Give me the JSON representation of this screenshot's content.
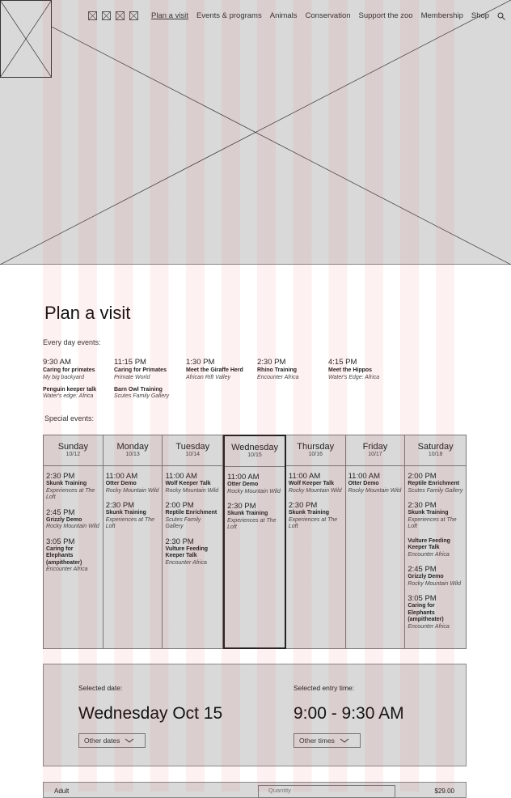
{
  "nav": {
    "icons": [
      "image-placeholder",
      "image-placeholder",
      "image-placeholder",
      "image-placeholder"
    ],
    "items": [
      "Plan a visit",
      "Events & programs",
      "Animals",
      "Conservation",
      "Support the zoo",
      "Membership",
      "Shop"
    ],
    "active": "Plan a visit"
  },
  "page_title": "Plan a visit",
  "every_day": {
    "label": "Every day events:",
    "events": [
      {
        "time": "9:30 AM",
        "name": "Caring for primates",
        "place": "My big backyard"
      },
      {
        "time": "11:15 PM",
        "name": "Caring for Primates",
        "place": "Primate World"
      },
      {
        "time": "1:30 PM",
        "name": "Meet the Giraffe Herd",
        "place": "African Rift Valley"
      },
      {
        "time": "2:30 PM",
        "name": "Rhino Training",
        "place": "Encounter Africa"
      },
      {
        "time": "4:15 PM",
        "name": "Meet the Hippos",
        "place": "Water's Edge: Africa"
      }
    ],
    "extra": [
      {
        "name": "Penguin keeper talk",
        "place": "Water's edge: Africa"
      },
      {
        "name": "Barn Owl Training",
        "place": "Scutes Family Gallery"
      }
    ]
  },
  "special": {
    "label": "Special events:",
    "days": [
      {
        "day": "Sunday",
        "date": "10/12",
        "events": [
          {
            "time": "2:30 PM",
            "name": "Skunk Training",
            "place": "Experiences at The Loft"
          },
          {
            "time": "2:45 PM",
            "name": "Grizzly Demo",
            "place": "Rocky Mountain Wild"
          },
          {
            "time": "3:05 PM",
            "name": "Caring for Elephants (ampitheater)",
            "place": "Encounter Africa"
          }
        ]
      },
      {
        "day": "Monday",
        "date": "10/13",
        "events": [
          {
            "time": "11:00 AM",
            "name": "Otter Demo",
            "place": "Rocky Mountain Wild"
          },
          {
            "time": "2:30 PM",
            "name": "Skunk Training",
            "place": "Experiences at The Loft"
          }
        ]
      },
      {
        "day": "Tuesday",
        "date": "10/14",
        "events": [
          {
            "time": "11:00 AM",
            "name": "Wolf Keeper Talk",
            "place": "Rocky Mountain Wild"
          },
          {
            "time": "2:00 PM",
            "name": "Reptile Enrichment",
            "place": "Scutes Family Gallery"
          },
          {
            "time": "2:30 PM",
            "name": "Vulture Feeding Keeper Talk",
            "place": "Encounter Africa"
          }
        ]
      },
      {
        "day": "Wednesday",
        "date": "10/15",
        "selected": true,
        "events": [
          {
            "time": "11:00 AM",
            "name": "Otter Demo",
            "place": "Rocky Mountain Wild"
          },
          {
            "time": "2:30 PM",
            "name": "Skunk Training",
            "place": "Experiences at The Loft"
          }
        ]
      },
      {
        "day": "Thursday",
        "date": "10/16",
        "events": [
          {
            "time": "11:00 AM",
            "name": "Wolf Keeper Talk",
            "place": "Rocky Mountain Wild"
          },
          {
            "time": "2:30 PM",
            "name": "Skunk Training",
            "place": "Experiences at The Loft"
          }
        ]
      },
      {
        "day": "Friday",
        "date": "10/17",
        "events": [
          {
            "time": "11:00 AM",
            "name": "Otter Demo",
            "place": "Rocky Mountain Wild"
          }
        ]
      },
      {
        "day": "Saturday",
        "date": "10/18",
        "events": [
          {
            "time": "2:00 PM",
            "name": "Reptile Enrichment",
            "place": "Scutes Family Gallery"
          },
          {
            "time": "2:30 PM",
            "name": "Skunk Training",
            "place": "Experiences at The Loft"
          },
          {
            "time": "",
            "name": "Vulture Feeding Keeper Talk",
            "place": "Encounter Africa"
          },
          {
            "time": "2:45 PM",
            "name": "Grizzly Demo",
            "place": "Rocky Mountain Wild"
          },
          {
            "time": "3:05 PM",
            "name": "Caring for Elephants (ampitheater)",
            "place": "Encounter Africa"
          }
        ]
      }
    ]
  },
  "selection": {
    "date_label": "Selected date:",
    "date": "Wednesday Oct 15",
    "date_button": "Other dates",
    "time_label": "Selected entry time:",
    "time": "9:00 - 9:30 AM",
    "time_button": "Other times"
  },
  "tickets": {
    "type": "Adult",
    "quantity_placeholder": "Quantity",
    "price": "$29.00"
  }
}
